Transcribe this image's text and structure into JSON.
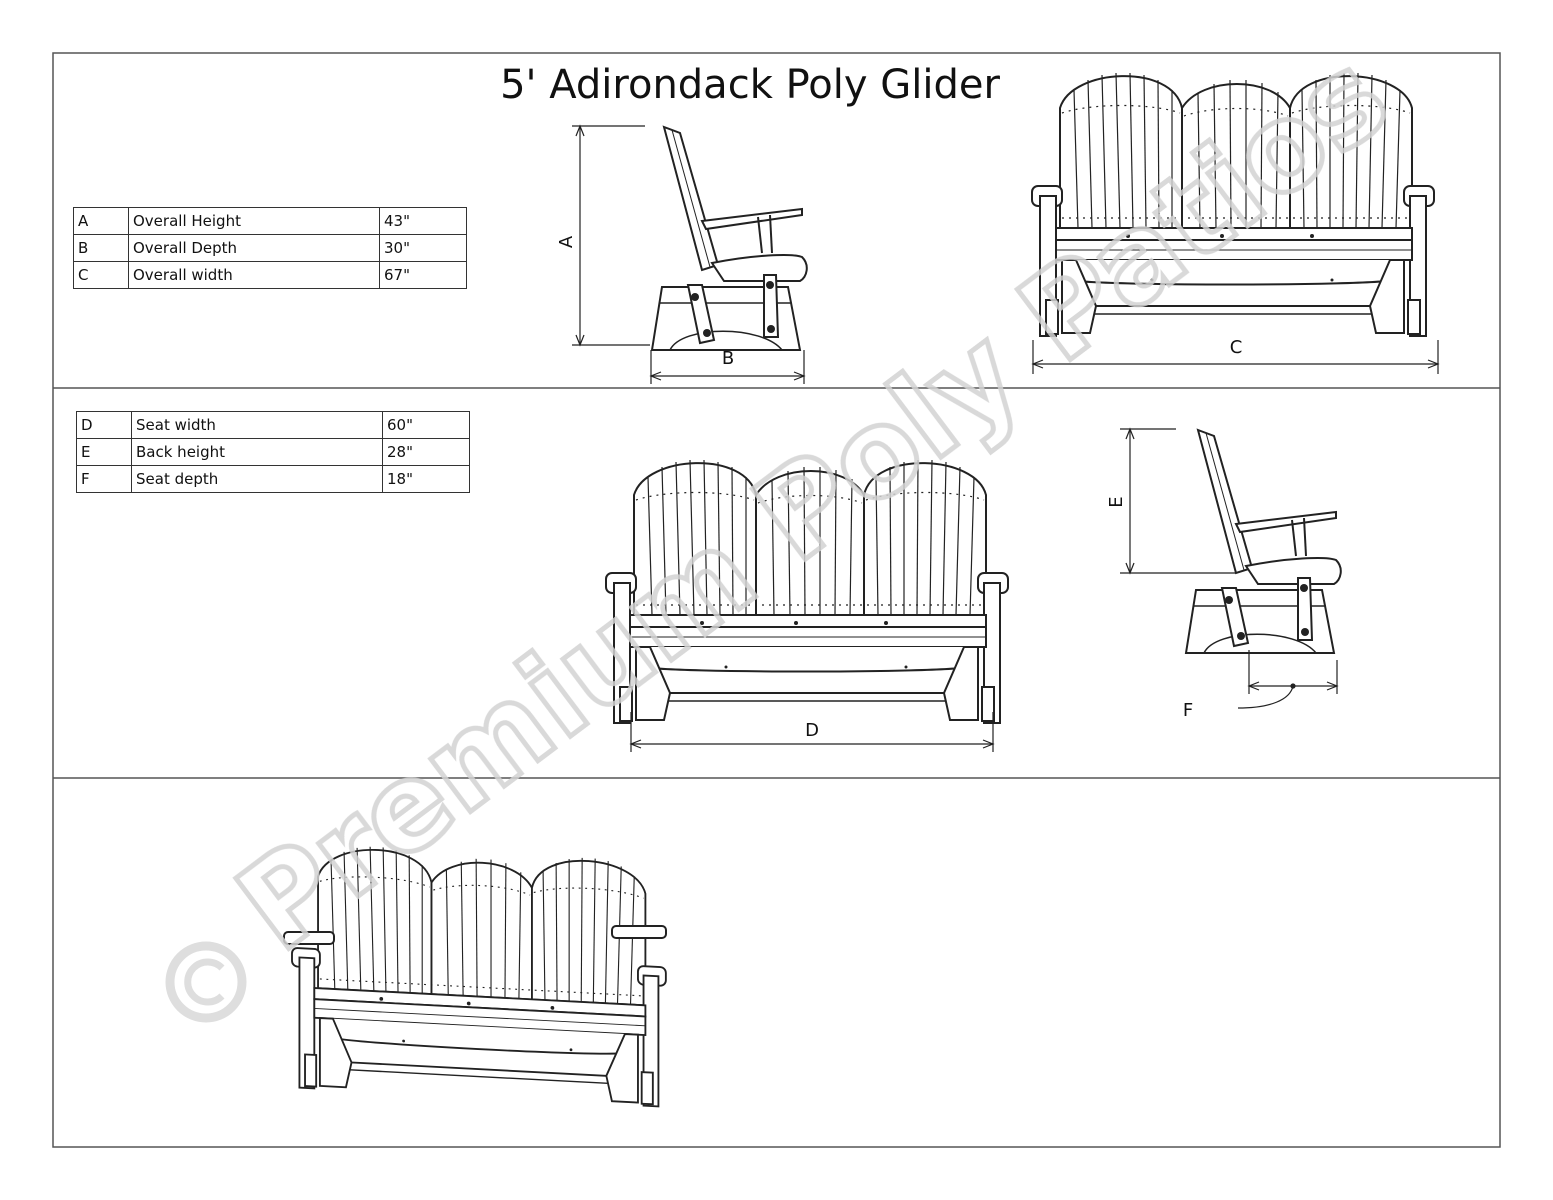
{
  "title": "5' Adirondack Poly Glider",
  "watermark": "© Premium Poly Patios",
  "table_overall": [
    {
      "key": "A",
      "name": "Overall Height",
      "value": "43\""
    },
    {
      "key": "B",
      "name": "Overall Depth",
      "value": "30\""
    },
    {
      "key": "C",
      "name": "Overall width",
      "value": "67\""
    }
  ],
  "table_seat": [
    {
      "key": "D",
      "name": "Seat width",
      "value": "60\""
    },
    {
      "key": "E",
      "name": "Back height",
      "value": "28\""
    },
    {
      "key": "F",
      "name": "Seat depth",
      "value": "18\""
    }
  ],
  "dimension_labels": {
    "a": "A",
    "b": "B",
    "c": "C",
    "d": "D",
    "e": "E",
    "f": "F"
  },
  "colors": {
    "line": "#222222",
    "border": "#555555",
    "watermark": "#d8d8d8"
  }
}
